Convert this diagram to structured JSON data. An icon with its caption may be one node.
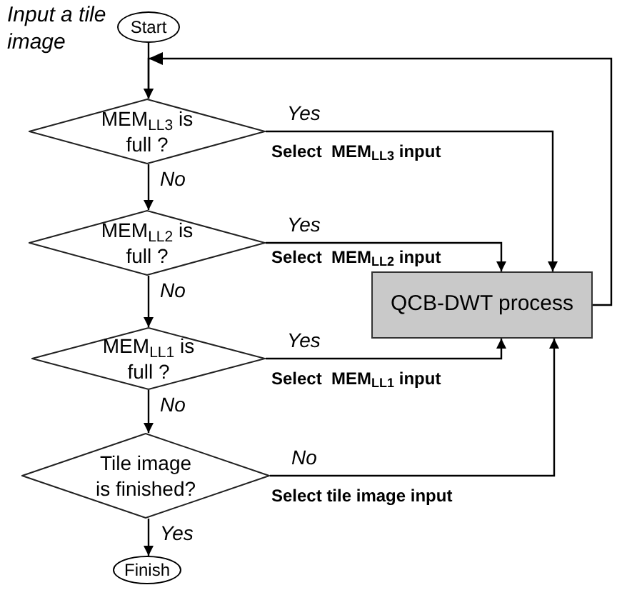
{
  "diagram": {
    "nodes": [
      {
        "text": [
          "Start"
        ],
        "beside": [
          "Input a tile image"
        ]
      },
      {
        "text": [
          "MEM$_{LL3}$ is full ?"
        ]
      },
      {
        "text": [
          "MEM$_{LL2}$ is full ?"
        ]
      },
      {
        "text": [
          "MEM$_{LL1}$ is full ?"
        ]
      },
      {
        "text": [
          "Tile image is finished?"
        ]
      },
      {
        "text": [
          "QCB-DWT process"
        ]
      },
      {
        "text": [
          "Finish"
        ]
      }
    ],
    "edges": [
      {
        "from": 0,
        "to": 1,
        "arrow": "to"
      },
      {
        "from": 1,
        "to": 2,
        "arrow": "to",
        "label": "No"
      },
      {
        "from": 2,
        "to": 3,
        "arrow": "to",
        "label": "No"
      },
      {
        "from": 3,
        "to": 4,
        "arrow": "to",
        "label": "No"
      },
      {
        "from": 4,
        "to": 6,
        "arrow": "to",
        "label": "Yes"
      },
      {
        "from": 1,
        "to": 5,
        "arrow": "to",
        "label": "Yes"
      },
      {
        "from": 2,
        "to": 5,
        "arrow": "to",
        "label": "Yes"
      },
      {
        "from": 3,
        "to": 5,
        "arrow": "to",
        "label": "Yes"
      },
      {
        "from": 4,
        "to": 5,
        "arrow": "to",
        "label": "No"
      },
      {
        "from": 5,
        "to": 1,
        "arrow": "to"
      }
    ],
    "labels": [
      "Select  MEM$_{LL3}$ input",
      "Select  MEM$_{LL2}$ input",
      "Select  MEM$_{LL1}$ input",
      "Select tile image input"
    ]
  }
}
